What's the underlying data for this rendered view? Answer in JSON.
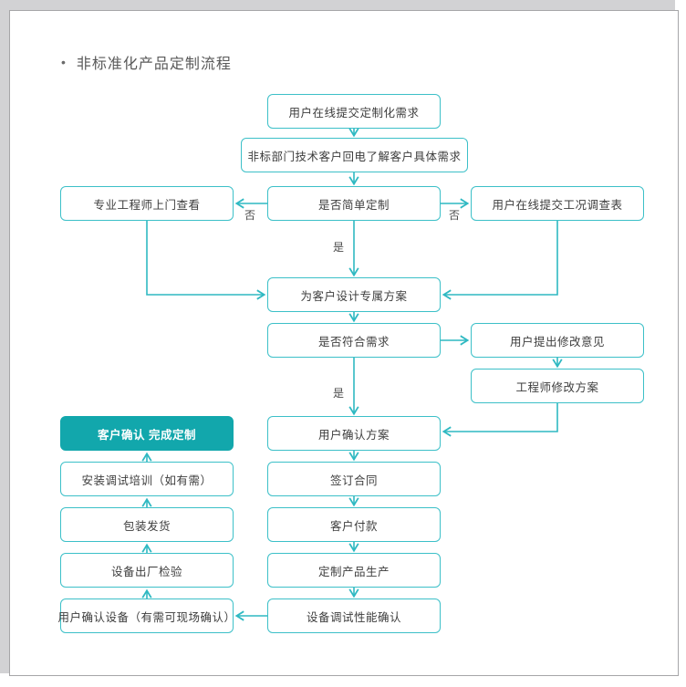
{
  "page": {
    "bullet": "•",
    "title": "非标准化产品定制流程"
  },
  "flowchart": {
    "nodes": {
      "submit_demand": "用户在线提交定制化需求",
      "callback": "非标部门技术客户回电了解客户具体需求",
      "engineer_visit": "专业工程师上门查看",
      "simple_custom": "是否简单定制",
      "survey_form": "用户在线提交工况调查表",
      "design_plan": "为客户设计专属方案",
      "meet_demand": "是否符合需求",
      "user_feedback": "用户提出修改意见",
      "engineer_modify": "工程师修改方案",
      "confirm_plan": "用户确认方案",
      "complete_custom": "客户确认 完成定制",
      "install_training": "安装调试培训（如有需）",
      "sign_contract": "签订合同",
      "packing_shipping": "包装发货",
      "payment": "客户付款",
      "factory_inspection": "设备出厂检验",
      "production": "定制产品生产",
      "confirm_device": "用户确认设备（有需可现场确认）",
      "debug_confirm": "设备调试性能确认"
    },
    "labels": {
      "no_left": "否",
      "no_right": "否",
      "yes_top": "是",
      "yes_mid": "是"
    },
    "colors": {
      "accent": "#2fb9c2",
      "box_border": "#3cc0c8",
      "filled_box": "#12a7ac",
      "page_margin": "#d2d2d4"
    }
  }
}
